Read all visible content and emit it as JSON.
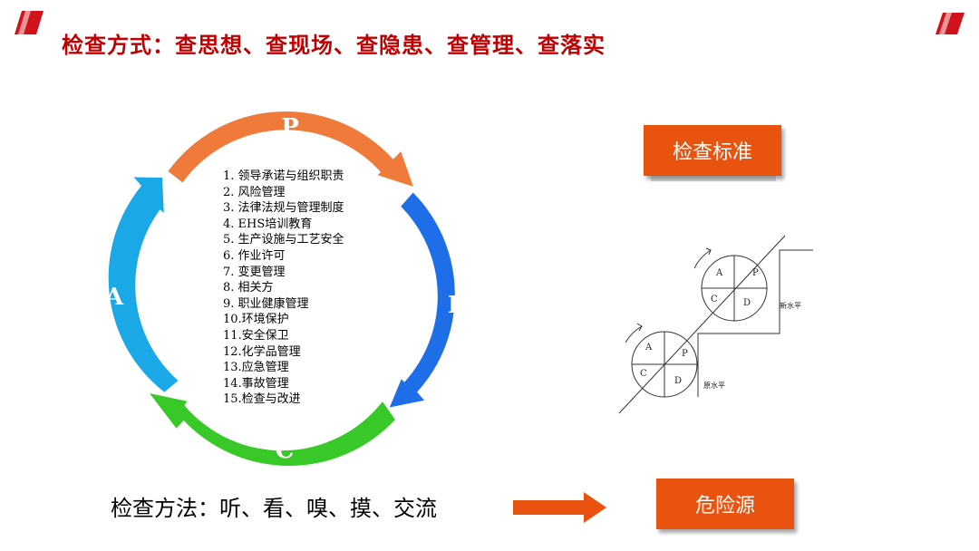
{
  "title": "检查方式：查思想、查现场、查隐患、查管理、查落实",
  "pdca": {
    "segments": [
      {
        "letter": "P",
        "color": "#f07a3a"
      },
      {
        "letter": "D",
        "color": "#1e6ee8"
      },
      {
        "letter": "C",
        "color": "#38c828"
      },
      {
        "letter": "A",
        "color": "#1aa8e6"
      }
    ],
    "items": [
      "1. 领导承诺与组织职责",
      "2. 风险管理",
      "3. 法律法规与管理制度",
      "4. EHS培训教育",
      "5. 生产设施与工艺安全",
      "6. 作业许可",
      "7. 变更管理",
      "8. 相关方",
      "9. 职业健康管理",
      "10.环境保护",
      "11.安全保卫",
      "12.化学品管理",
      "13.应急管理",
      "14.事故管理",
      "15.检查与改进"
    ]
  },
  "standard_label": "检查标准",
  "hazard_label": "危险源",
  "method_text": "检查方法：听、看、嗅、摸、交流",
  "stair_diagram": {
    "upper_circle": {
      "A": "A",
      "P": "P",
      "C": "C",
      "D": "D"
    },
    "lower_circle": {
      "A": "A",
      "P": "P",
      "C": "C",
      "D": "D"
    },
    "new_level": "新水平",
    "old_level": "原水平"
  },
  "colors": {
    "title": "#c00000",
    "box": "#e8530f",
    "logo": "#d0121b"
  }
}
